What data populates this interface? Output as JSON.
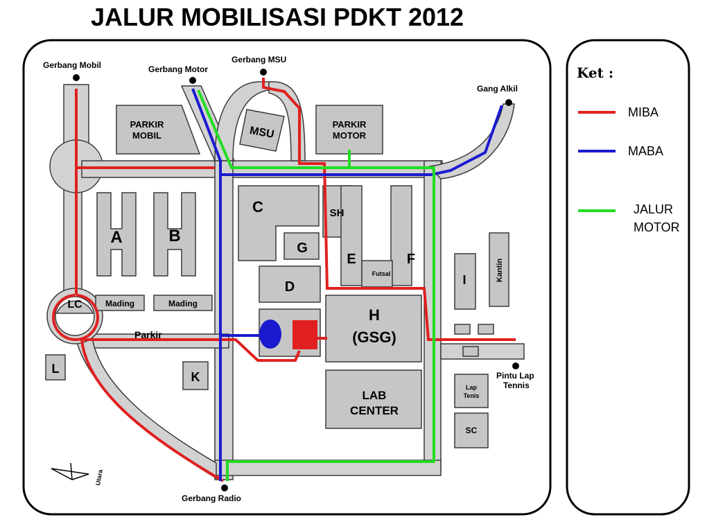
{
  "title": "JALUR MOBILISASI PDKT 2012",
  "gates": {
    "mobil": "Gerbang Mobil",
    "motor": "Gerbang Motor",
    "msu": "Gerbang MSU",
    "alkil": "Gang Alkil",
    "radio": "Gerbang Radio",
    "tennis_line1": "Pintu Lap",
    "tennis_line2": "Tennis"
  },
  "buildings": {
    "parkir_mobil_1": "PARKIR",
    "parkir_mobil_2": "MOBIL",
    "msu": "MSU",
    "parkir_motor_1": "PARKIR",
    "parkir_motor_2": "MOTOR",
    "a": "A",
    "b": "B",
    "c": "C",
    "sh": "SH",
    "g": "G",
    "e": "E",
    "f": "F",
    "futsal": "Futsal",
    "d": "D",
    "i": "I",
    "kantin": "Kantin",
    "lc": "LC",
    "mading1": "Mading",
    "mading2": "Mading",
    "parkir": "Parkir",
    "h_1": "H",
    "h_2": "(GSG)",
    "l": "L",
    "k": "K",
    "lab_1": "LAB",
    "lab_2": "CENTER",
    "lap_tenis_1": "Lap",
    "lap_tenis_2": "Tenis",
    "sc": "SC"
  },
  "north_label": "Utara",
  "legend": {
    "title": "Ket :",
    "items": [
      {
        "label": "MIBA",
        "color": "#e02020"
      },
      {
        "label": "MABA",
        "color": "#1a1ad0"
      },
      {
        "label": "JALUR",
        "label2": "MOTOR",
        "color": "#22dd22"
      }
    ]
  },
  "colors": {
    "miba": "#e02020",
    "maba": "#1a1ad0",
    "motor": "#22dd22",
    "building": "#c6c6c6",
    "road": "#d2d2d2"
  }
}
